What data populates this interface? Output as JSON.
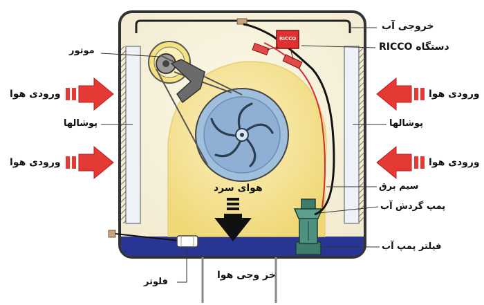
{
  "labels": {
    "water_outlet": "خروجی آب",
    "ricco_device": "دستگاه RICCO",
    "ricco_tag": "RICCO",
    "motor": "موتور",
    "air_inlet": "ورودی هوا",
    "pads": "پوشالها",
    "cool_air": "هوای سرد",
    "electric_wire": "سیم برق",
    "circulation_pump": "پمپ گردش آب",
    "pump_filter": "فیلتر پمپ آب",
    "float": "فلوتر",
    "air_outlet": "خر وجی هوا"
  },
  "colors": {
    "cabinet_fill": "#f7f2d8",
    "blower_fill": "#f4e29a",
    "wheel_fill": "#8fb4d8",
    "water": "#283593",
    "arrow_red": "#e53935",
    "pad_fill": "#eef1f5",
    "pump_green": "#3e7d6e",
    "ricco_red": "#e03030"
  }
}
